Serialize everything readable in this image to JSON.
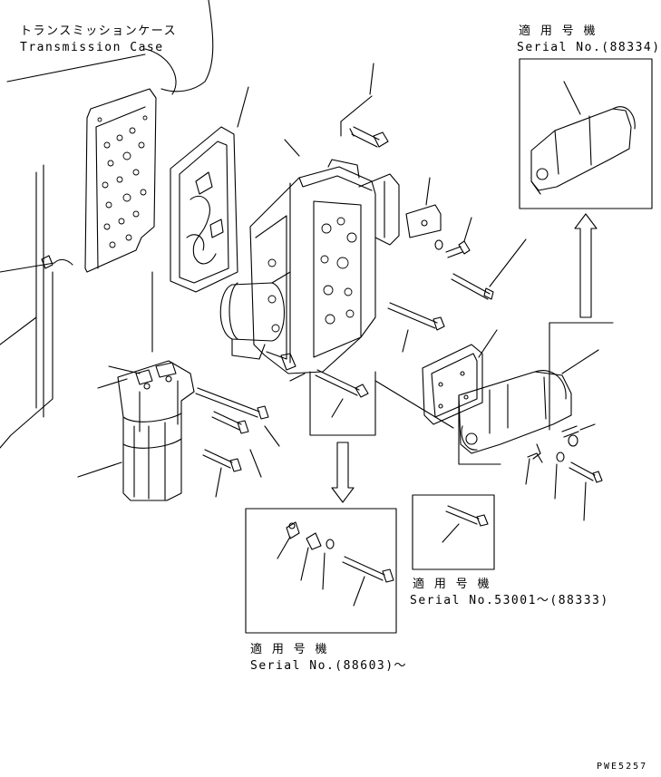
{
  "labels": {
    "transmission_case_jp": "トランスミッションケース",
    "transmission_case_en": "Transmission Case",
    "applicable_jp": "適 用 号 機",
    "serial_88334": "Serial No.(88334)～",
    "serial_53001": "Serial No.53001～(88333)",
    "serial_88603": "Serial No.(88603)～",
    "drawing_code": "PWE5257"
  },
  "colors": {
    "line": "#000000",
    "background": "#ffffff"
  }
}
